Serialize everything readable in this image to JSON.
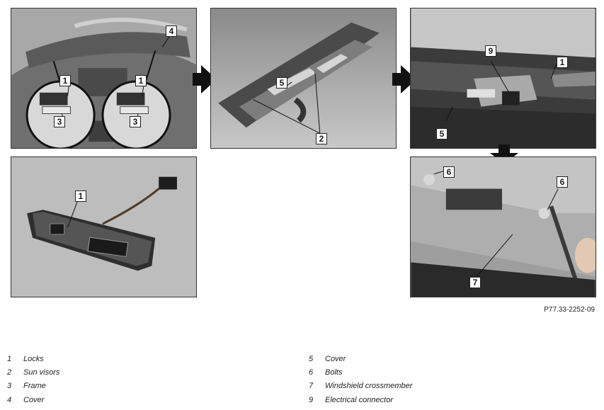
{
  "figure": {
    "code": "P77.33-2252-09",
    "callouts": {
      "panel1": [
        "4",
        "1",
        "1",
        "3",
        "3"
      ],
      "panel2": [
        "5",
        "2"
      ],
      "panel3": [
        "9",
        "1",
        "5"
      ],
      "panel4": [
        "1"
      ],
      "panel5": [
        "6",
        "6",
        "7"
      ]
    }
  },
  "legend": {
    "left": [
      {
        "num": "1",
        "text": "Locks"
      },
      {
        "num": "2",
        "text": "Sun visors"
      },
      {
        "num": "3",
        "text": "Frame"
      },
      {
        "num": "4",
        "text": "Cover"
      }
    ],
    "right": [
      {
        "num": "5",
        "text": "Cover"
      },
      {
        "num": "6",
        "text": "Bolts"
      },
      {
        "num": "7",
        "text": "Windshield crossmember"
      },
      {
        "num": "9",
        "text": "Electrical connector"
      }
    ]
  }
}
